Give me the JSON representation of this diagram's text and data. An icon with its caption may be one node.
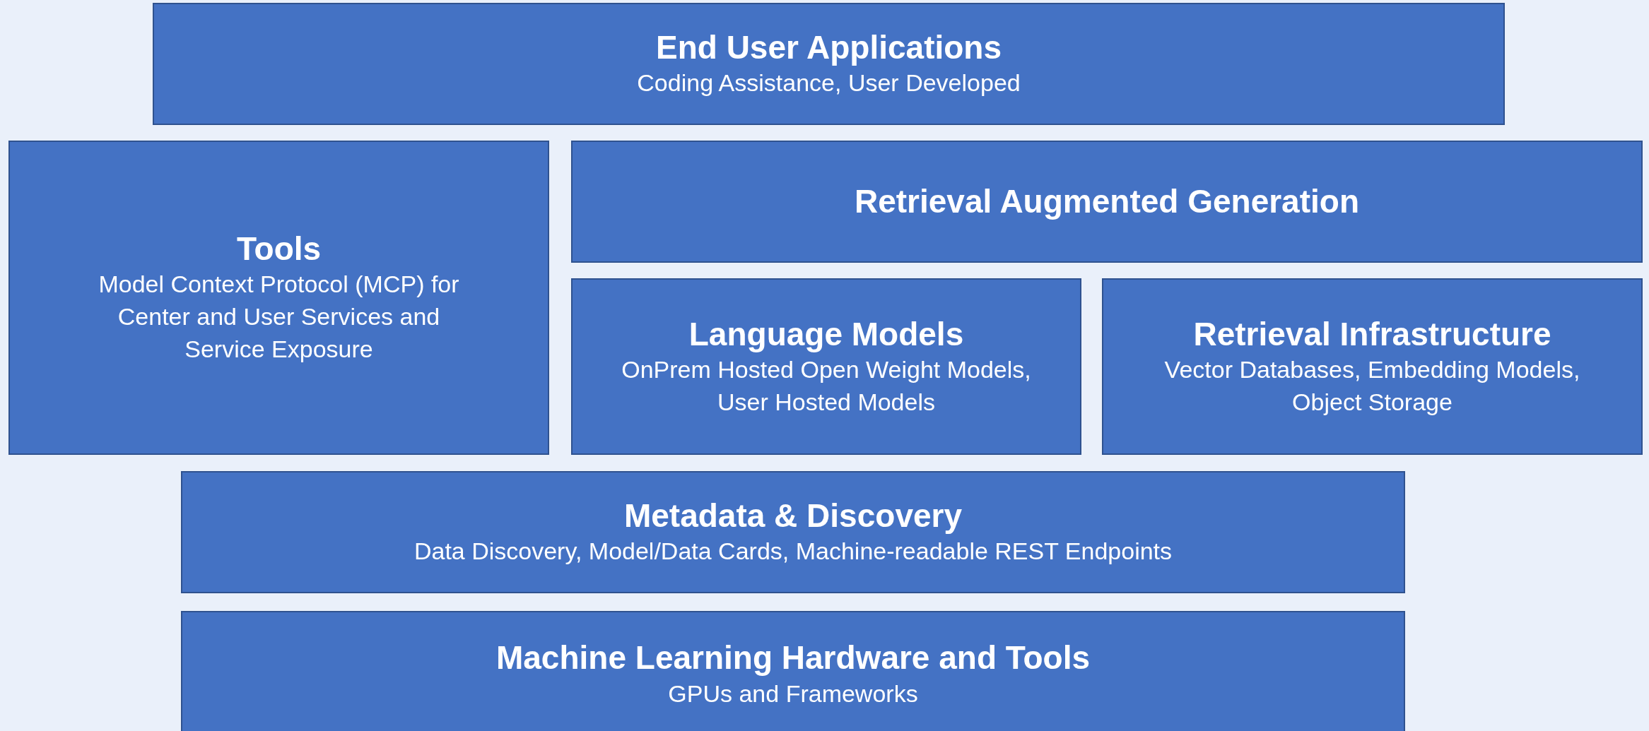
{
  "diagram": {
    "nodes": [
      {
        "text": [
          "End User Applications",
          "Coding Assistance, User Developed"
        ]
      },
      {
        "text": [
          "Tools",
          "Model Context Protocol (MCP) for Center and User Services and Service Exposure"
        ]
      },
      {
        "text": [
          "Retrieval Augmented Generation"
        ]
      },
      {
        "text": [
          "Language Models",
          "OnPrem Hosted Open Weight Models, User Hosted Models"
        ]
      },
      {
        "text": [
          "Retrieval Infrastructure",
          "Vector Databases, Embedding Models, Object Storage"
        ]
      },
      {
        "text": [
          "Metadata & Discovery",
          "Data Discovery, Model/Data Cards, Machine-readable REST Endpoints"
        ]
      },
      {
        "text": [
          "Machine Learning Hardware and Tools",
          "GPUs and Frameworks"
        ]
      }
    ]
  }
}
